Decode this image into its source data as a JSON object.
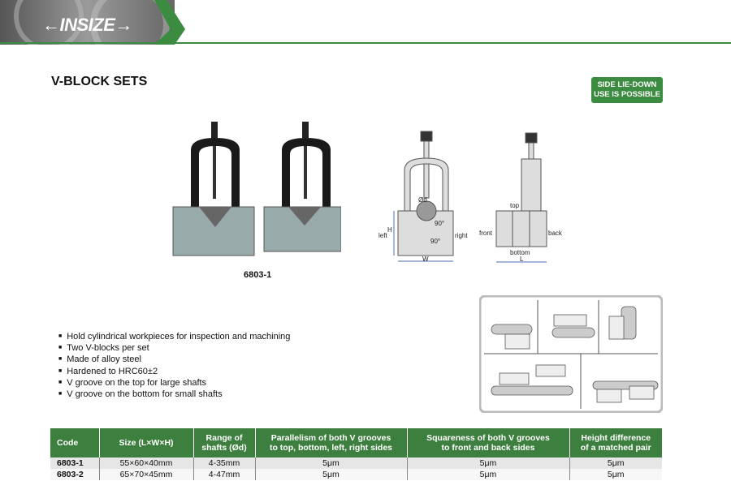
{
  "brand": {
    "logo": "INSIZE",
    "accent": "#3b8b40"
  },
  "title": "V-BLOCK SETS",
  "badge": {
    "line1": "SIDE LIE-DOWN",
    "line2": "USE IS POSSIBLE"
  },
  "model": "6803-1",
  "diagram": {
    "dim_d": "Ød",
    "angle1": "90°",
    "angle2": "90°",
    "h": "H",
    "w": "W",
    "l": "L",
    "left": "left",
    "right": "right",
    "top": "top",
    "bottom": "bottom",
    "front": "front",
    "back": "back"
  },
  "features": [
    "Hold cylindrical workpieces for inspection and machining",
    "Two V-blocks per set",
    "Made of alloy steel",
    "Hardened to HRC60±2",
    "V groove on the top for large shafts",
    "V groove on the bottom for small shafts"
  ],
  "table": {
    "headers": [
      [
        "Code",
        ""
      ],
      [
        "Size (L×W×H)",
        ""
      ],
      [
        "Range of",
        "shafts (Ød)"
      ],
      [
        "Parallelism of both V grooves",
        "to top, bottom, left, right sides"
      ],
      [
        "Squareness of both V grooves",
        "to front and back sides"
      ],
      [
        "Height difference",
        "of a matched pair"
      ]
    ],
    "rows": [
      [
        "6803-1",
        "55×60×40mm",
        "4-35mm",
        "5μm",
        "5μm",
        "5μm"
      ],
      [
        "6803-2",
        "65×70×45mm",
        "4-47mm",
        "5μm",
        "5μm",
        "5μm"
      ]
    ]
  }
}
